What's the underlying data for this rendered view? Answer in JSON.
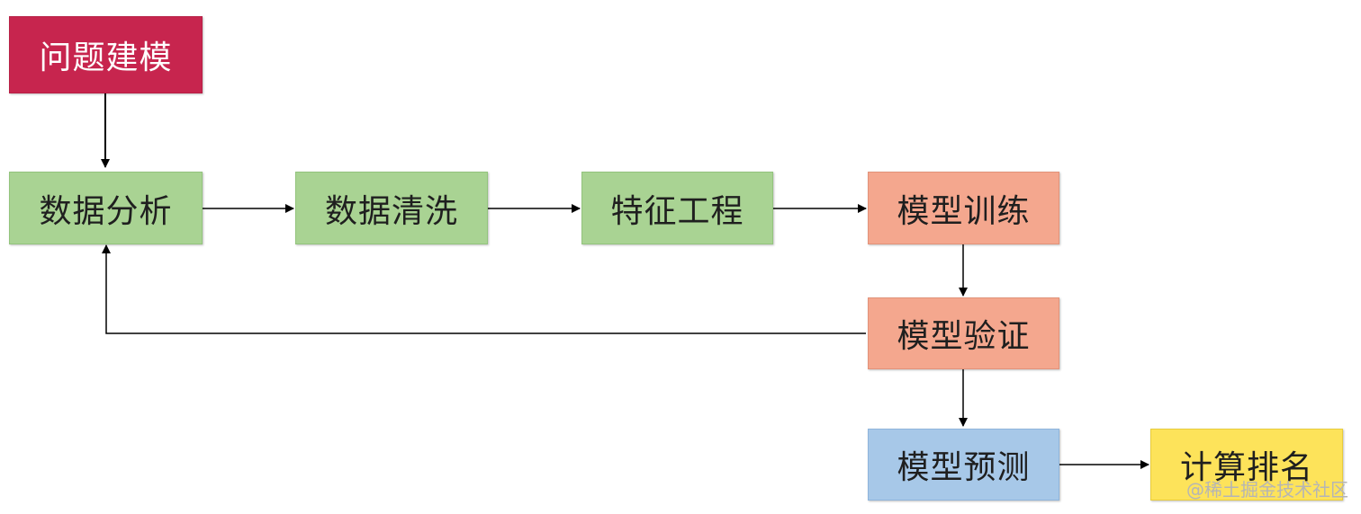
{
  "nodes": {
    "problem_modeling": "问题建模",
    "data_analysis": "数据分析",
    "data_cleaning": "数据清洗",
    "feature_engineering": "特征工程",
    "model_training": "模型训练",
    "model_validation": "模型验证",
    "model_prediction": "模型预测",
    "ranking": "计算排名"
  },
  "watermark": "@稀土掘金技术社区",
  "colors": {
    "red": "#c7254e",
    "green": "#a9d393",
    "orange": "#f4a78e",
    "blue": "#a7c8e8",
    "yellow": "#fde35a",
    "arrow": "#000000"
  }
}
